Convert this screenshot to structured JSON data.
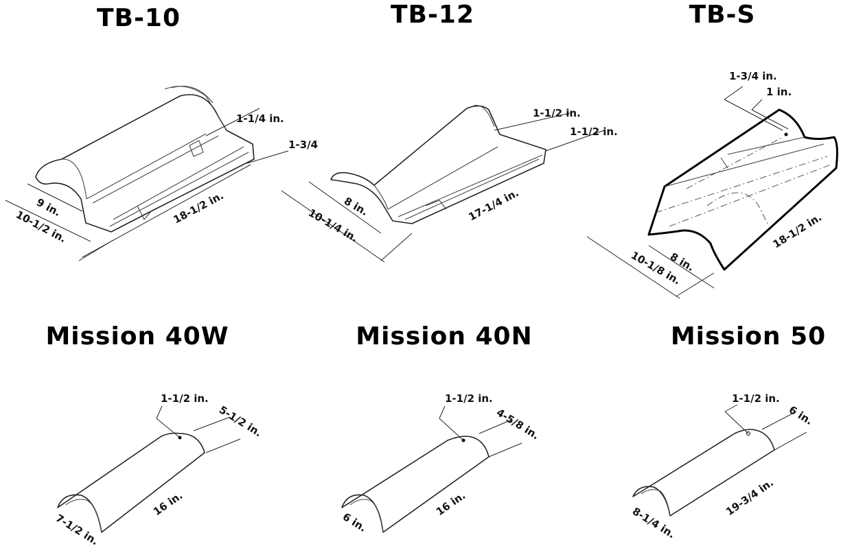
{
  "tiles": [
    {
      "title": "TB-10",
      "labels": {
        "width_inner": "9  in.",
        "width_outer": "10-1/2 in.",
        "length": "18-1/2 in.",
        "lap": "1-1/4 in.",
        "height": "1-3/4"
      }
    },
    {
      "title": "TB-12",
      "labels": {
        "width_inner": "8 in.",
        "width_outer": "10-1/4 in.",
        "length": "17-1/4 in.",
        "lap": "1-1/2 in.",
        "height": "1-1/2 in."
      }
    },
    {
      "title": "TB-S",
      "labels": {
        "width_inner": "8 in.",
        "width_outer": "10-1/8 in.",
        "length": "18-1/2 in.",
        "lap": "1-3/4 in.",
        "height": "1 in."
      }
    },
    {
      "title": "Mission 40W",
      "labels": {
        "lap": "1-1/2 in.",
        "top_width": "5-1/2 in.",
        "length": "16 in.",
        "bottom_width": "7-1/2 in."
      }
    },
    {
      "title": "Mission 40N",
      "labels": {
        "lap": "1-1/2 in.",
        "top_width": "4-5/8 in.",
        "length": "16 in.",
        "bottom_width": "6 in."
      }
    },
    {
      "title": "Mission 50",
      "labels": {
        "lap": "1-1/2 in.",
        "top_width": "6 in.",
        "length": "19-3/4 in.",
        "bottom_width": "8-1/4 in."
      }
    }
  ]
}
